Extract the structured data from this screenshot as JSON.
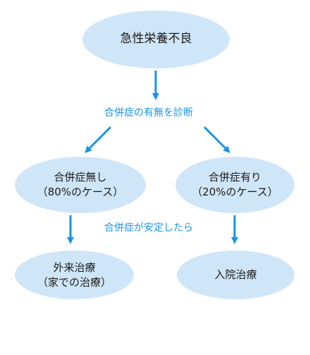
{
  "root": {
    "label": "急性栄養不良"
  },
  "edge_labels": {
    "diagnose": "合併症の有無を診断",
    "stable": "合併症が安定したら"
  },
  "nodes": {
    "no_complication": {
      "line1": "合併症無し",
      "line2": "（80%のケース）"
    },
    "with_complication": {
      "line1": "合併症有り",
      "line2": "（20%のケース）"
    },
    "outpatient": {
      "line1": "外来治療",
      "line2": "（家での治療）"
    },
    "inpatient": {
      "label": "入院治療"
    }
  },
  "colors": {
    "node_fill": "#cfe6f8",
    "arrow": "#1a93e8",
    "label_text": "#1a93e8",
    "node_text": "#1a1a1a"
  }
}
